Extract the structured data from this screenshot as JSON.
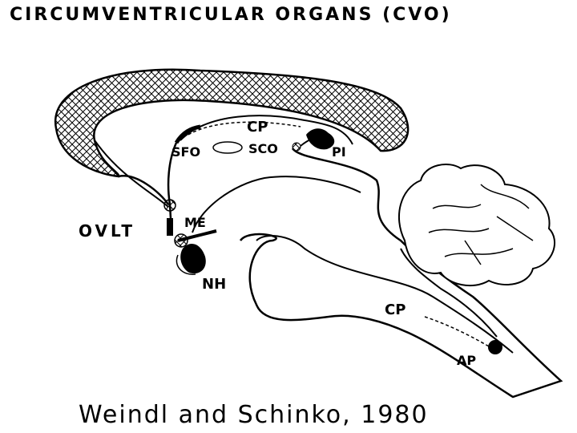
{
  "title": "CIRCUMVENTRICULAR ORGANS (CVO)",
  "credit": "Weindl and Schinko, 1980",
  "labels": {
    "cp_top": "CP",
    "sfo": "SFO",
    "sco": "SCO",
    "pi": "PI",
    "ovlt": "OVLT",
    "me": "ME",
    "nh": "NH",
    "cp_bottom": "CP",
    "ap": "AP"
  },
  "colors": {
    "ink": "#000000",
    "paper": "#ffffff"
  }
}
